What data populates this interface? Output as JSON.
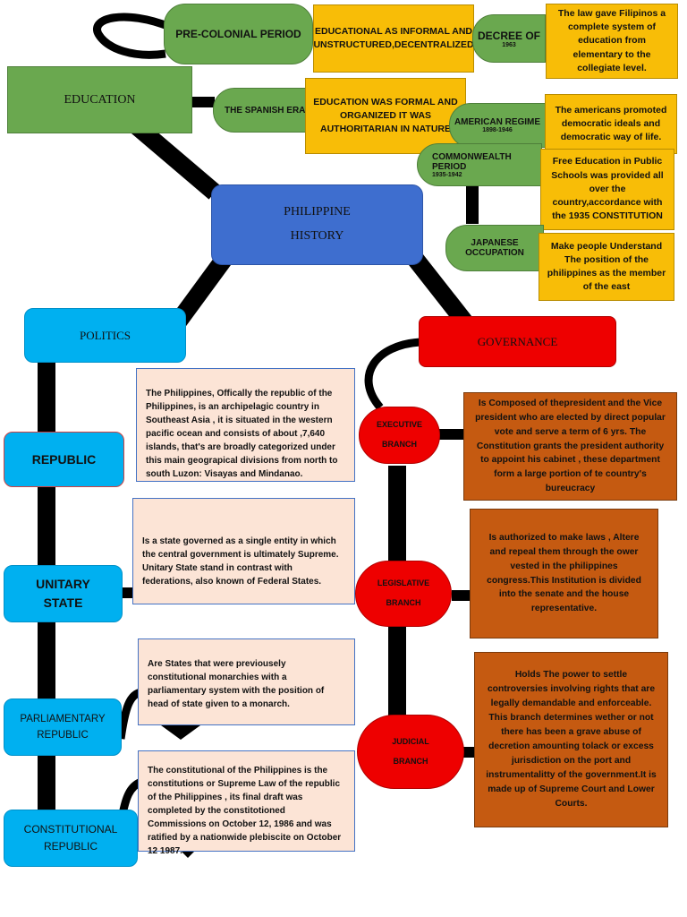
{
  "center": {
    "line1": "PHILIPPINE",
    "line2": "HISTORY"
  },
  "education": {
    "title": "EDUCATION",
    "precolonial": {
      "label": "PRE-COLONIAL PERIOD",
      "desc": "EDUCATIONAL AS INFORMAL AND UNSTRUCTURED,DECENTRALIZED"
    },
    "spanish": {
      "label": "THE SPANISH ERA",
      "desc": "EDUCATION WAS FORMAL AND ORGANIZED IT WAS AUTHORITARIAN IN NATURE"
    },
    "decree": {
      "label": "DECREE OF",
      "year": "1963",
      "desc": "The law gave Filipinos a complete system of education from elementary to the collegiate level."
    },
    "american": {
      "label": "AMERICAN REGIME",
      "year": "1898-1946",
      "desc": "The americans promoted democratic ideals and democratic way of life."
    },
    "commonwealth": {
      "label": "COMMONWEALTH PERIOD",
      "year": "1935-1942",
      "desc": "Free Education in Public Schools was provided all over the country,accordance with the 1935 CONSTITUTION"
    },
    "japanese": {
      "label": "JAPANESE OCCUPATION",
      "desc": "Make people Understand The position of the philippines as the member of the east"
    }
  },
  "politics": {
    "title": "POLITICS",
    "items": [
      {
        "label": "REPUBLIC",
        "desc": "The Philippines, Offically the republic of the Philippines, is an archipelagic country in Southeast Asia , it is situated in the western pacific ocean and consists of about ,7,640 islands, that's are broadly categorized under this main geograpical divisions from north to south Luzon: Visayas and Mindanao."
      },
      {
        "label": "UNITARY STATE",
        "desc": "Is a state governed as a single entity in which the central government is ultimately Supreme. Unitary State stand in contrast with federations, also known of Federal States."
      },
      {
        "label": "PARLIAMENTARY REPUBLIC",
        "desc": "Are States that were previousely constitutional monarchies with a parliamentary system with the position of head of state given to a monarch."
      },
      {
        "label": "CONSTITUTIONAL REPUBLIC",
        "desc": "The constitutional of the Philippines is the constitutions or Supreme Law of the republic of the Philippines , its final draft was completed by the constitotioned Commissions on October 12, 1986 and was ratified by a nationwide plebiscite on October 12 1987."
      }
    ]
  },
  "governance": {
    "title": "GOVERNANCE",
    "branches": [
      {
        "label": "EXECUTIVE BRANCH",
        "desc": "Is Composed of thepresident and the Vice president who are elected by direct popular vote and serve a term of 6 yrs. The Constitution grants the president authority to appoint his cabinet , these department form a large portion of te country's bureucracy"
      },
      {
        "label": "LEGISLATIVE BRANCH",
        "desc": "Is authorized to make laws , Altere and repeal them through the ower vested in the philippines congress.This Institution is divided into the senate and the house representative."
      },
      {
        "label": "JUDICIAL BRANCH",
        "desc": "Holds The power to settle controversies involving rights that are legally demandable and enforceable. This branch determines wether or not there has been a grave abuse of decretion amounting tolack or excess jurisdiction on the port and instrumentalitty of the government.It is made  up  of Supreme Court and Lower Courts."
      }
    ]
  },
  "colors": {
    "education_green": "#6aa84f",
    "education_gold": "#f8bd07",
    "center_blue": "#3e6ecf",
    "politics_cyan": "#00b0f0",
    "politics_peach": "#fce4d6",
    "governance_red": "#ee0000",
    "governance_rust": "#c55a11",
    "connector_black": "#000000"
  }
}
